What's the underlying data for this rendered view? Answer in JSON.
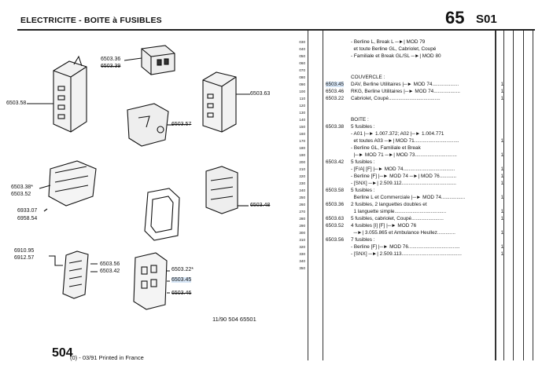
{
  "header": {
    "title": "ELECTRICITE - BOITE à FUSIBLES",
    "page_number": "65",
    "section_code": "S01"
  },
  "line_numbers": [
    "030",
    "040",
    "050",
    "060",
    "070",
    "080",
    "090",
    "100",
    "110",
    "120",
    "130",
    "140",
    "150",
    "160",
    "170",
    "180",
    "190",
    "200",
    "210",
    "220",
    "230",
    "240",
    "250",
    "260",
    "270",
    "280",
    "290",
    "300",
    "310",
    "320",
    "330",
    "340",
    "350"
  ],
  "diagram_labels": {
    "l_650336": "6503.36",
    "l_650339": "6503.39",
    "l_650358": "6503.58",
    "l_650363": "6503.63",
    "l_650357": "6503.57",
    "l_650338": "6503.38*",
    "l_650352": "6503.52",
    "l_693307": "6933.07",
    "l_695854": "6958.54",
    "l_650348": "6503.48",
    "l_691095": "6910.95",
    "l_691257": "6912.57",
    "l_650356": "6503.56",
    "l_650342": "6503.42",
    "l_650322": "6503.22*",
    "l_650345": "6503.45",
    "l_650346": "6503.46"
  },
  "parts": [
    {
      "ref": "",
      "text": "- Berline L, Break L ─►| MOD 79",
      "qty": ""
    },
    {
      "ref": "",
      "text": "  et toute Berline GL, Cabriolet, Coupé",
      "qty": ""
    },
    {
      "ref": "",
      "text": "- Familiale et Break GL/SL ─►| MOD 80",
      "qty": ""
    },
    {
      "ref": "",
      "text": "",
      "qty": ""
    },
    {
      "ref": "",
      "text": "",
      "qty": ""
    },
    {
      "ref": "",
      "text": "COUVERCLE :",
      "qty": ""
    },
    {
      "ref": "6503.45",
      "text": "DAV, Berline Utilitaires |─► MOD 74...................",
      "qty": "1"
    },
    {
      "ref": "6503.46",
      "text": "RKG, Berline Utilitaires |─► MOD 74...................",
      "qty": "1"
    },
    {
      "ref": "6503.22",
      "text": "Cabriolet, Coupé.....................................",
      "qty": "1"
    },
    {
      "ref": "",
      "text": "",
      "qty": ""
    },
    {
      "ref": "",
      "text": "",
      "qty": ""
    },
    {
      "ref": "",
      "text": "BOITE :",
      "qty": ""
    },
    {
      "ref": "6503.38",
      "text": "5 fusibles :",
      "qty": ""
    },
    {
      "ref": "",
      "text": "- A01 |─► 1.007.372; A02 |─► 1.004.771",
      "qty": ""
    },
    {
      "ref": "",
      "text": "  et toutes A03 ─►| MOD 71................................",
      "qty": "1"
    },
    {
      "ref": "",
      "text": "- Berline GL, Familiale et Break",
      "qty": ""
    },
    {
      "ref": "",
      "text": "  |─► MOD 71 ─►| MOD 73..............................",
      "qty": "1"
    },
    {
      "ref": "6503.42",
      "text": "5 fusibles :",
      "qty": ""
    },
    {
      "ref": "",
      "text": "- [F/A] [F] |─► MOD 74.....................................",
      "qty": "1"
    },
    {
      "ref": "",
      "text": "- Berline [F] |─► MOD 74 ─►| MOD 76............",
      "qty": "1"
    },
    {
      "ref": "",
      "text": "- [SNX] ─►| 2.509.112.......................................",
      "qty": "1"
    },
    {
      "ref": "6503.58",
      "text": "5 fusibles :",
      "qty": ""
    },
    {
      "ref": "",
      "text": "  Berline L et Commerciale |─► MOD 74.................",
      "qty": "1"
    },
    {
      "ref": "6503.36",
      "text": "2 fusibles, 2 languettes doubles et",
      "qty": ""
    },
    {
      "ref": "",
      "text": "  1 languette simple.....................................",
      "qty": "1"
    },
    {
      "ref": "6503.63",
      "text": "5 fusibles, cabriolet, Coupé.......................",
      "qty": "1"
    },
    {
      "ref": "6503.52",
      "text": "4 fusibles [I] [F] |─► MOD 76",
      "qty": ""
    },
    {
      "ref": "",
      "text": "  ─►| 3.055.865 et Ambulance Heullez.............",
      "qty": "1"
    },
    {
      "ref": "6503.56",
      "text": "7 fusibles :",
      "qty": ""
    },
    {
      "ref": "",
      "text": "- Berline [F] |─► MOD 76.....................................",
      "qty": "1"
    },
    {
      "ref": "",
      "text": "- [SNX] ─►| 2.509.113...........................................",
      "qty": "1"
    },
    {
      "ref": "",
      "text": "",
      "qty": ""
    },
    {
      "ref": "",
      "text": "",
      "qty": ""
    }
  ],
  "footer": {
    "doc_code": "11/90 504 65501",
    "page": "504",
    "sub": "(0) - 03/91 Printed in France"
  }
}
